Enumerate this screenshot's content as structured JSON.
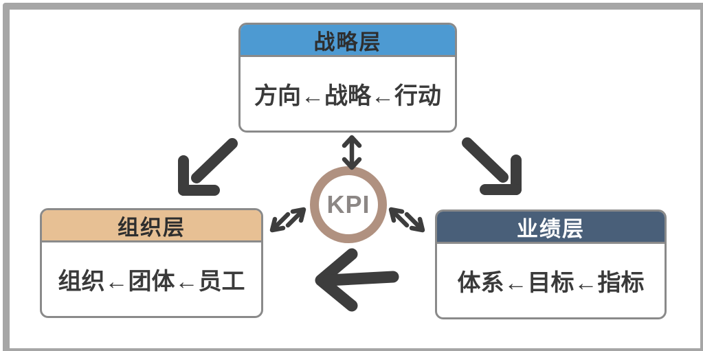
{
  "colors": {
    "frame": "#a6a6a6",
    "box_border": "#8a8a8a",
    "body_text": "#3a3a3a",
    "arrow": "#3d3d3d"
  },
  "center": {
    "label": "KPI",
    "ring_color": "#b09180",
    "text_color": "#8c8785"
  },
  "boxes": {
    "strategy": {
      "title": "战略层",
      "content": "方向←战略←行动",
      "header_bg": "#4d9ad2",
      "title_color": "#2e2e2e"
    },
    "organization": {
      "title": "组织层",
      "content": "组织←团体←员工",
      "header_bg": "#e7c094",
      "title_color": "#2e2e2e"
    },
    "performance": {
      "title": "业绩层",
      "content": "体系←目标←指标",
      "header_bg": "#495f79",
      "title_color": "#ffffff"
    }
  },
  "icons": {
    "strategy_to_organization_arrow": "↙",
    "strategy_to_performance_arrow": "↘",
    "performance_to_organization_arrow": "←",
    "kpi_strategy_doublearrow": "↕",
    "kpi_organization_doublearrow": "⇄",
    "kpi_performance_doublearrow": "⇄"
  }
}
